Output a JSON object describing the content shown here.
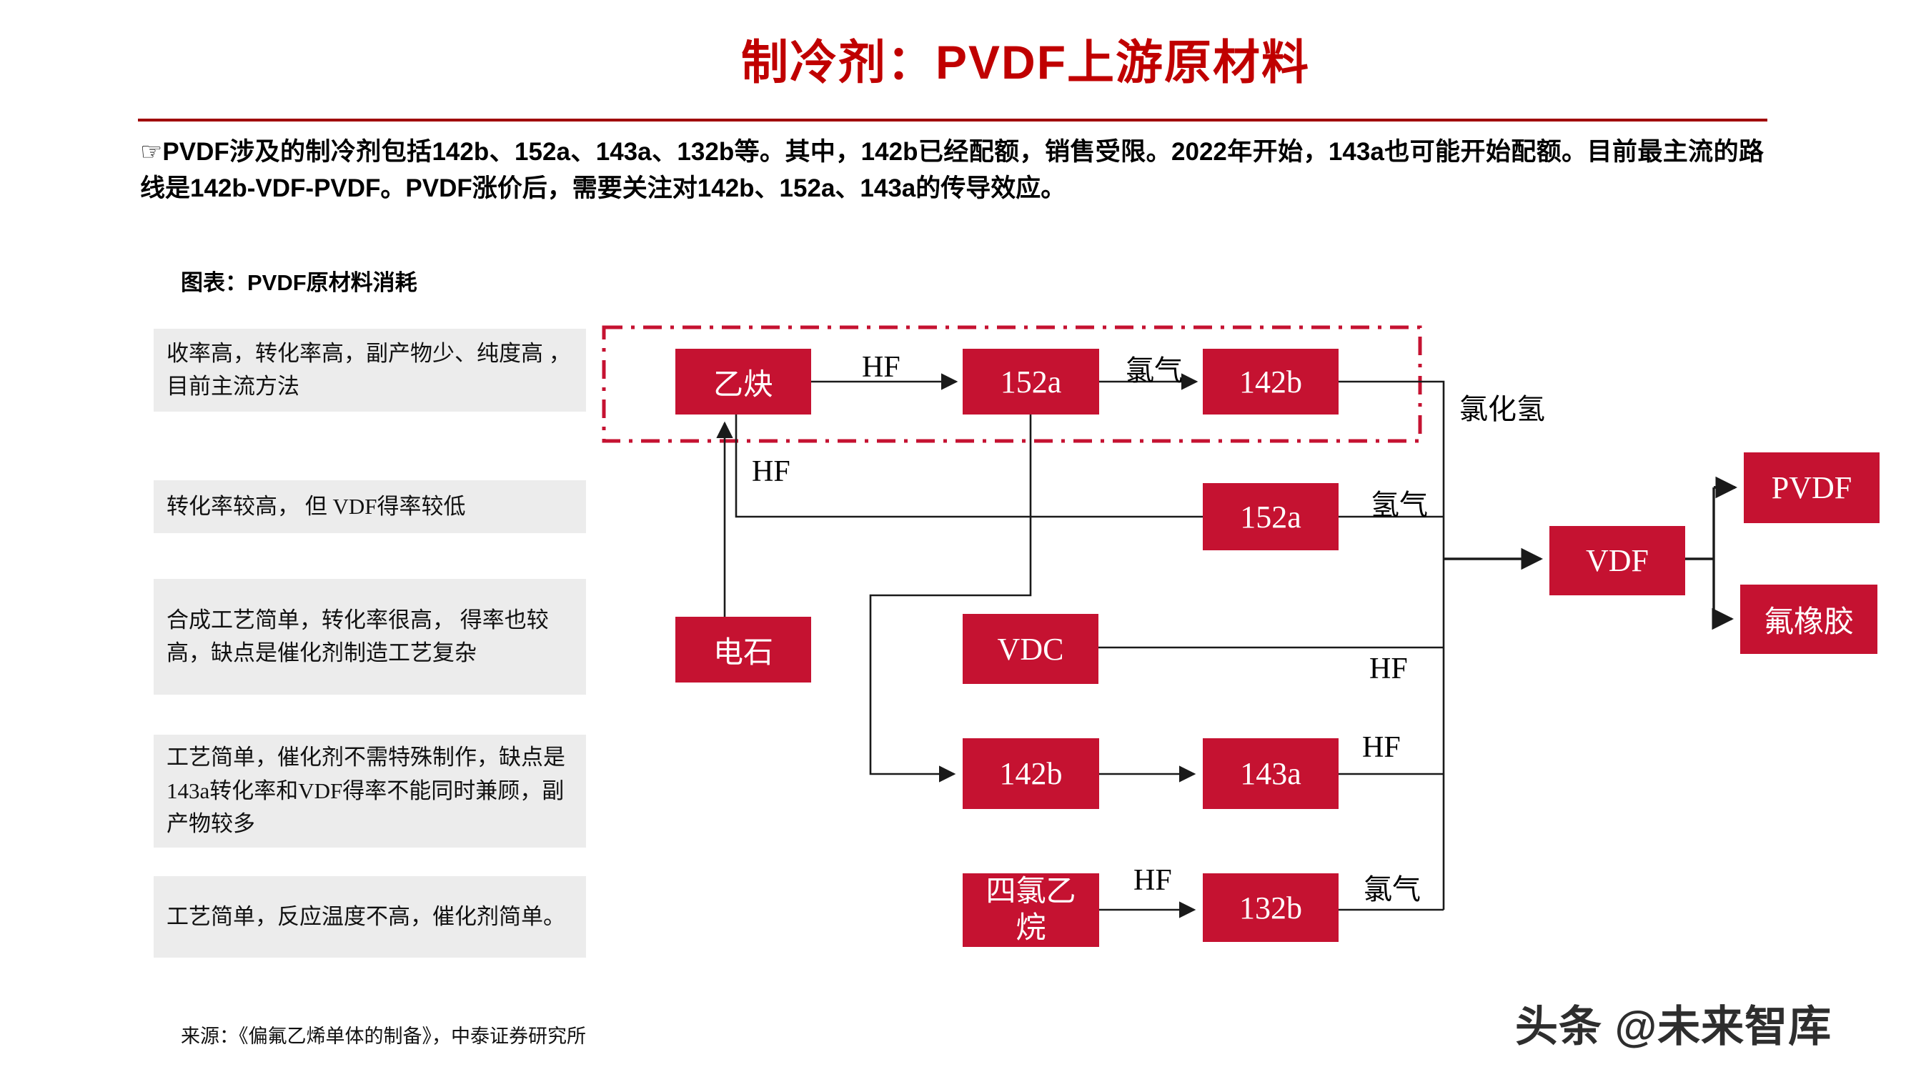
{
  "page": {
    "title": "制冷剂：PVDF上游原材料",
    "bullet_icon": "☞",
    "intro": "PVDF涉及的制冷剂包括142b、152a、143a、132b等。其中，142b已经配额，销售受限。2022年开始，143a也可能开始配额。目前最主流的路线是142b-VDF-PVDF。PVDF涨价后，需要关注对142b、152a、143a的传导效应。",
    "figure_label": "图表：PVDF原材料消耗",
    "source": "来源：《偏氟乙烯单体的制备》，中泰证券研究所",
    "watermark": "头条 @未来智库"
  },
  "notes": [
    {
      "text": "收率高，转化率高，副产物少、纯度高 ，目前主流方法"
    },
    {
      "text": "转化率较高， 但 VDF得率较低"
    },
    {
      "text": "合成工艺简单，转化率很高， 得率也较高，缺点是催化剂制造工艺复杂"
    },
    {
      "text": "工艺简单，催化剂不需特殊制作，缺点是143a转化率和VDF得率不能同时兼顾，副产物较多"
    },
    {
      "text": "工艺简单，反应温度不高，催化剂简单。"
    }
  ],
  "diagram": {
    "nodes": [
      {
        "id": "acetylene",
        "label": "乙炔"
      },
      {
        "id": "152a-top",
        "label": "152a"
      },
      {
        "id": "142b-top",
        "label": "142b"
      },
      {
        "id": "152a-mid",
        "label": "152a"
      },
      {
        "id": "calcium-carbide",
        "label": "电石"
      },
      {
        "id": "vdc",
        "label": "VDC"
      },
      {
        "id": "142b-lower",
        "label": "142b"
      },
      {
        "id": "143a",
        "label": "143a"
      },
      {
        "id": "tetrachloroethane",
        "label": "四氯乙烷"
      },
      {
        "id": "132b",
        "label": "132b"
      },
      {
        "id": "vdf",
        "label": "VDF"
      },
      {
        "id": "pvdf",
        "label": "PVDF"
      },
      {
        "id": "fluororubber",
        "label": "氟橡胶"
      }
    ],
    "edge_labels": [
      {
        "id": "hf-top",
        "text": "HF"
      },
      {
        "id": "cl2-top",
        "text": "氯气"
      },
      {
        "id": "hcl",
        "text": "氯化氢"
      },
      {
        "id": "h2",
        "text": "氢气"
      },
      {
        "id": "hf-left",
        "text": "HF"
      },
      {
        "id": "hf-vdc",
        "text": "HF"
      },
      {
        "id": "hf-143a",
        "text": "HF"
      },
      {
        "id": "hf-tetra",
        "text": "HF"
      },
      {
        "id": "cl2-132b",
        "text": "氯气"
      }
    ]
  },
  "colors": {
    "title_red": "#c00000",
    "rule_red": "#a00000",
    "node_crimson": "#c51231",
    "dashed_border": "#c51231",
    "note_gray": "#ececec",
    "line_black": "#1a1a1a"
  }
}
